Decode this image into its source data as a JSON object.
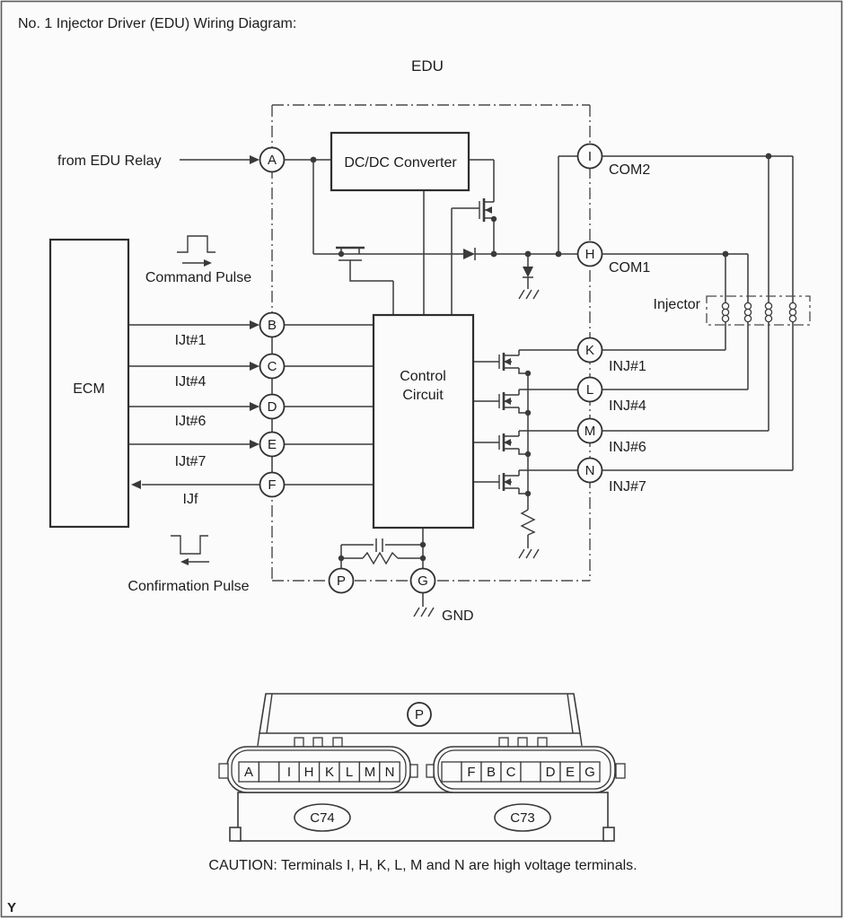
{
  "page": {
    "title": "No. 1 Injector Driver (EDU) Wiring Diagram:",
    "caution": "CAUTION: Terminals I, H, K, L, M and N are high voltage terminals.",
    "footer_mark": "Y"
  },
  "blocks": {
    "edu": "EDU",
    "ecm": "ECM",
    "dcdc": "DC/DC Converter",
    "control": [
      "Control",
      "Circuit"
    ],
    "injector": "Injector",
    "gnd": "GND"
  },
  "annotations": {
    "from_edu_relay": "from EDU Relay",
    "command_pulse": "Command Pulse",
    "confirmation_pulse": "Confirmation Pulse"
  },
  "terminals": {
    "a": "A",
    "b": "B",
    "c": "C",
    "d": "D",
    "e": "E",
    "f": "F",
    "g": "G",
    "p": "P",
    "i": "I",
    "h": "H",
    "k": "K",
    "l": "L",
    "m": "M",
    "n": "N"
  },
  "signals": {
    "ijt1": "IJt#1",
    "ijt4": "IJt#4",
    "ijt6": "IJt#6",
    "ijt7": "IJt#7",
    "ijf": "IJf",
    "com2": "COM2",
    "com1": "COM1",
    "inj1": "INJ#1",
    "inj4": "INJ#4",
    "inj6": "INJ#6",
    "inj7": "INJ#7"
  },
  "connector": {
    "top_terminal": "P",
    "left_name": "C74",
    "right_name": "C73",
    "left_cells": [
      "A",
      "",
      "I",
      "H",
      "K",
      "L",
      "M",
      "N"
    ],
    "right_cells": [
      "",
      "F",
      "B",
      "C",
      "",
      "D",
      "E",
      "G"
    ]
  },
  "colors": {
    "line": "#3a3a3a",
    "background": "#fbfbfb",
    "text": "#1d1d1d"
  }
}
